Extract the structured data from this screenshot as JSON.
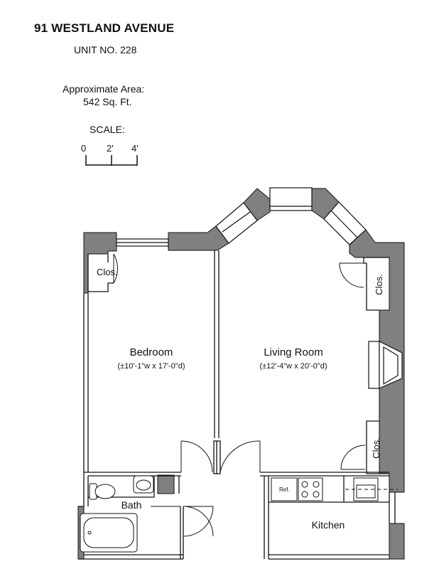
{
  "header": {
    "address": "91 WESTLAND AVENUE",
    "unit": "UNIT NO. 228",
    "area_label": "Approximate Area:",
    "area_value": "542 Sq. Ft."
  },
  "scale": {
    "label": "SCALE:",
    "ticks": [
      "0",
      "2'",
      "4'"
    ]
  },
  "rooms": {
    "bedroom": {
      "name": "Bedroom",
      "dims": "(±10'-1\"w x 17'-0\"d)"
    },
    "living_room": {
      "name": "Living Room",
      "dims": "(±12'-4\"w x 20'-0\"d)"
    },
    "bath": {
      "name": "Bath"
    },
    "kitchen": {
      "name": "Kitchen"
    },
    "closet_bedroom": {
      "name": "Clos."
    },
    "closet_living_top": {
      "name": "Clos."
    },
    "closet_living_bottom": {
      "name": "Clos."
    }
  },
  "fixtures": {
    "refrigerator": "Ref."
  },
  "colors": {
    "wall": "#808080",
    "line": "#111111",
    "background": "#ffffff"
  }
}
